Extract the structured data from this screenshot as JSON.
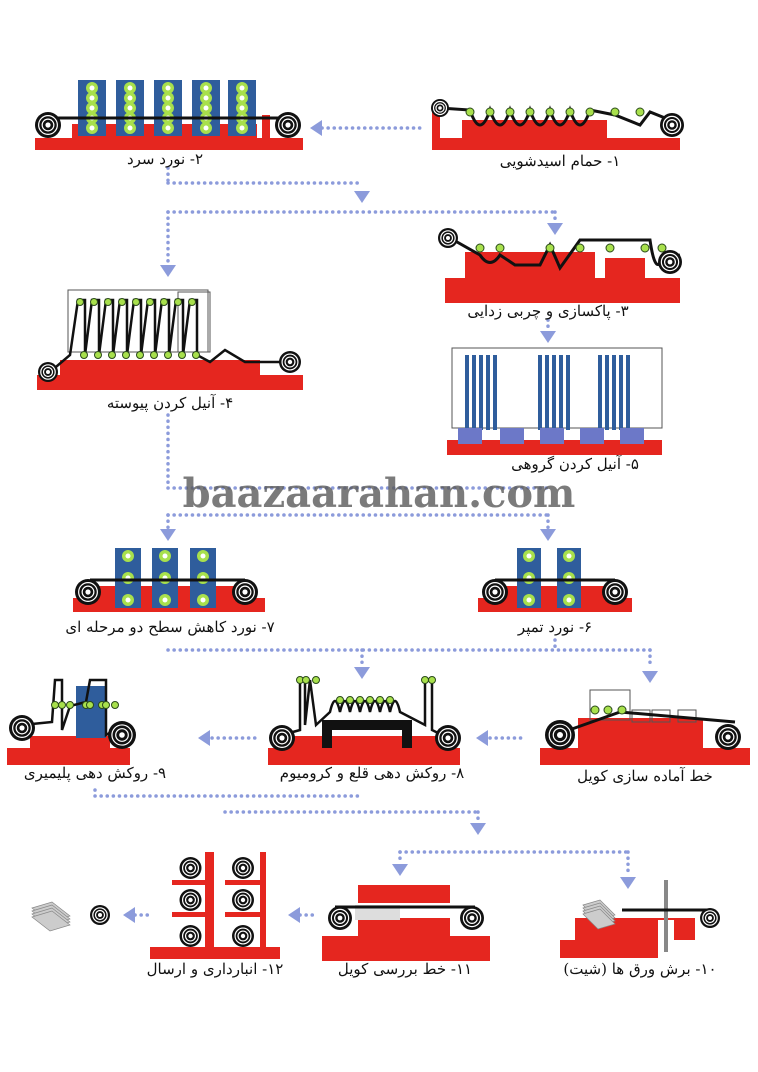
{
  "watermark": "baazaarahan.com",
  "colors": {
    "machine": "#e5261f",
    "stand": "#2f5d9c",
    "roller": "#a8e04c",
    "flow": "#8c9bdb"
  },
  "stages": [
    {
      "label": "۱- حمام اسیدشویی"
    },
    {
      "label": "۲- نورد سرد"
    },
    {
      "label": "۳- پاکسازی و چربی زدایی"
    },
    {
      "label": "۴- آنیل کردن پیوسته"
    },
    {
      "label": "۵- آنیل کردن گروهی"
    },
    {
      "label": "۶- نورد تمپر"
    },
    {
      "label": "۷- نورد کاهش سطح دو مرحله ای"
    },
    {
      "label": "خط آماده سازی کویل"
    },
    {
      "label": "۸- روکش دهی قلع و کرومیوم"
    },
    {
      "label": "۹- روکش دهی پلیمیری"
    },
    {
      "label": "۱۰- برش ورق ها (شیت)"
    },
    {
      "label": "۱۱- خط بررسی کویل"
    },
    {
      "label": "۱۲- انبارداری و ارسال"
    }
  ]
}
